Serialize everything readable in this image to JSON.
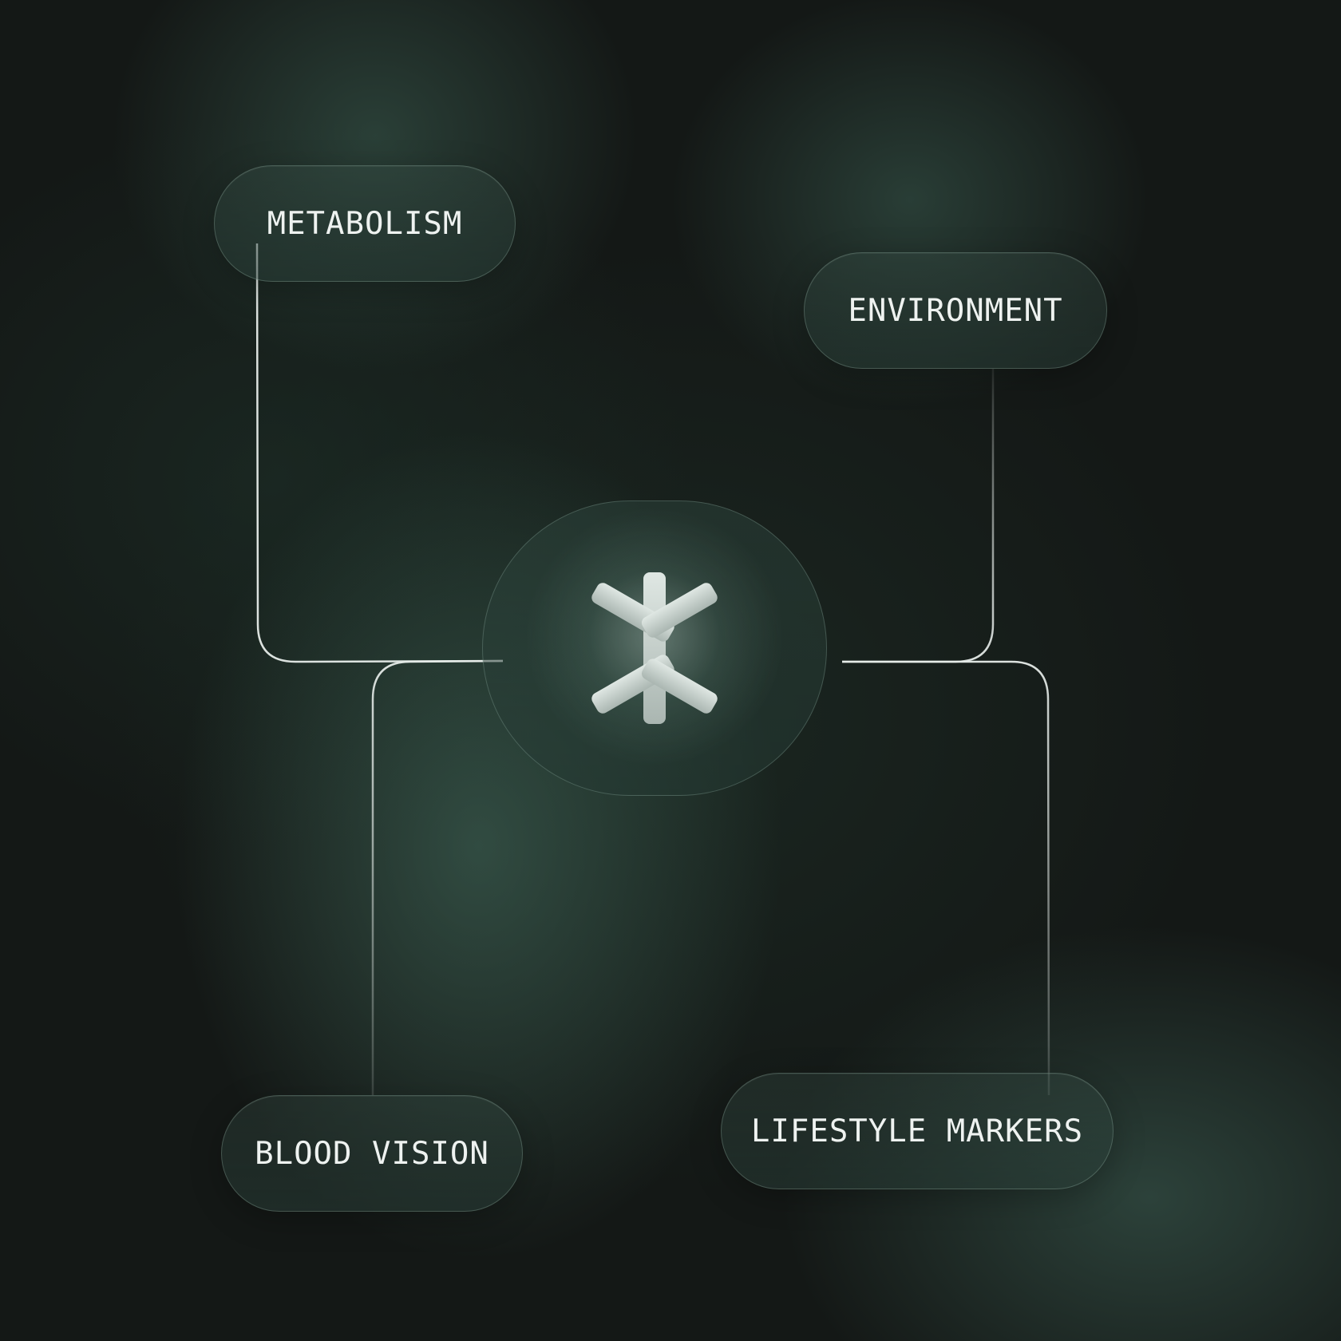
{
  "diagram": {
    "center": {
      "icon": "asterisk-logo-icon"
    },
    "nodes": {
      "metabolism": {
        "label": "METABOLISM"
      },
      "environment": {
        "label": "ENVIRONMENT"
      },
      "blood_vision": {
        "label": "BLOOD VISION"
      },
      "lifestyle_markers": {
        "label": "LIFESTYLE MARKERS"
      }
    }
  },
  "colors": {
    "background": "#141816",
    "accent_glow": "#3f6658",
    "line": "#e6ece9",
    "text": "#eef2f0"
  }
}
